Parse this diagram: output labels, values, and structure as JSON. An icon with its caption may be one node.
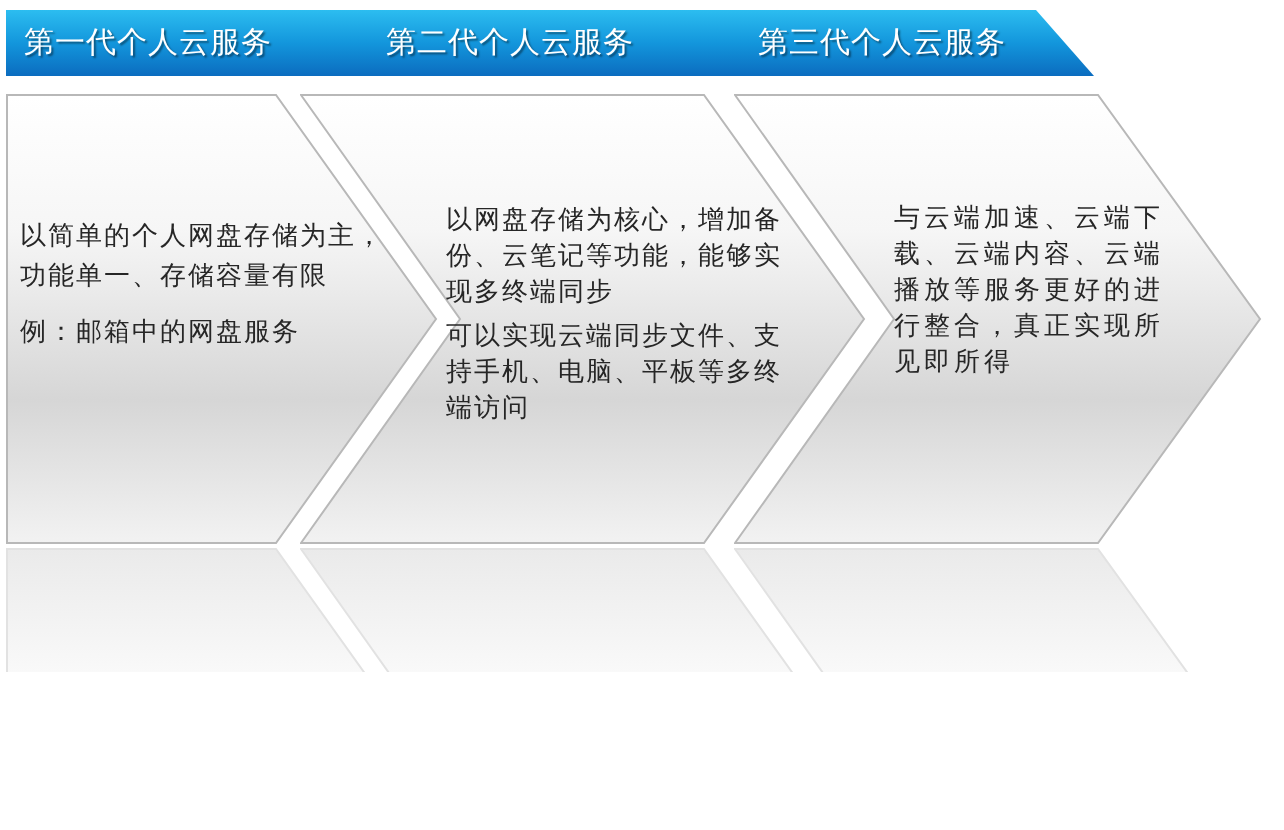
{
  "diagram": {
    "nodes": [
      {
        "text": [
          "第一代个人云服务",
          "第二代个人云服务",
          "第三代个人云服务"
        ]
      },
      {
        "text": [
          "以简单的个人网盘存储为主，功能单一、存储容量有限",
          "例：邮箱中的网盘服务"
        ]
      },
      {
        "text": [
          "以网盘存储为核心，增加备份、云笔记等功能，能够实现多终端同步",
          "可以实现云端同步文件、支持手机、电脑、平板等多终端访问"
        ]
      },
      {
        "text": [
          "与云端加速、云端下载、云端内容、云端播放等服务更好的进行整合，真正实现所见即所得"
        ]
      },
      {
        "text": [],
        "shape": "chevron"
      },
      {
        "text": [],
        "shape": "chevron"
      },
      {
        "text": [],
        "shape": "chevron"
      }
    ]
  }
}
